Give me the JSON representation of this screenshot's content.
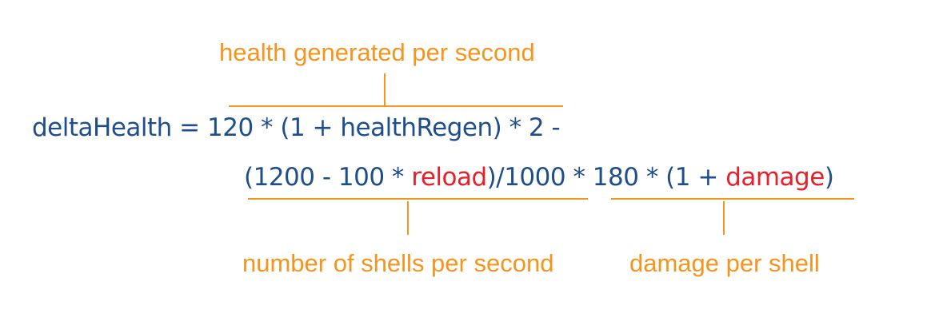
{
  "annotations": {
    "top": "health generated per second",
    "bottom_left": "number of shells per second",
    "bottom_right": "damage per shell"
  },
  "formula": {
    "line1": "deltaHealth = 120 * (1 + healthRegen) * 2 -",
    "line2_part1": "(1200 - 100 * ",
    "line2_var1": "reload",
    "line2_part2": ")/1000 * 180 * (1 + ",
    "line2_var2": "damage",
    "line2_part3": ")"
  },
  "colors": {
    "annotation": "#f7941d",
    "formula": "#1f4e8c",
    "highlight_variable": "#e8202a"
  }
}
